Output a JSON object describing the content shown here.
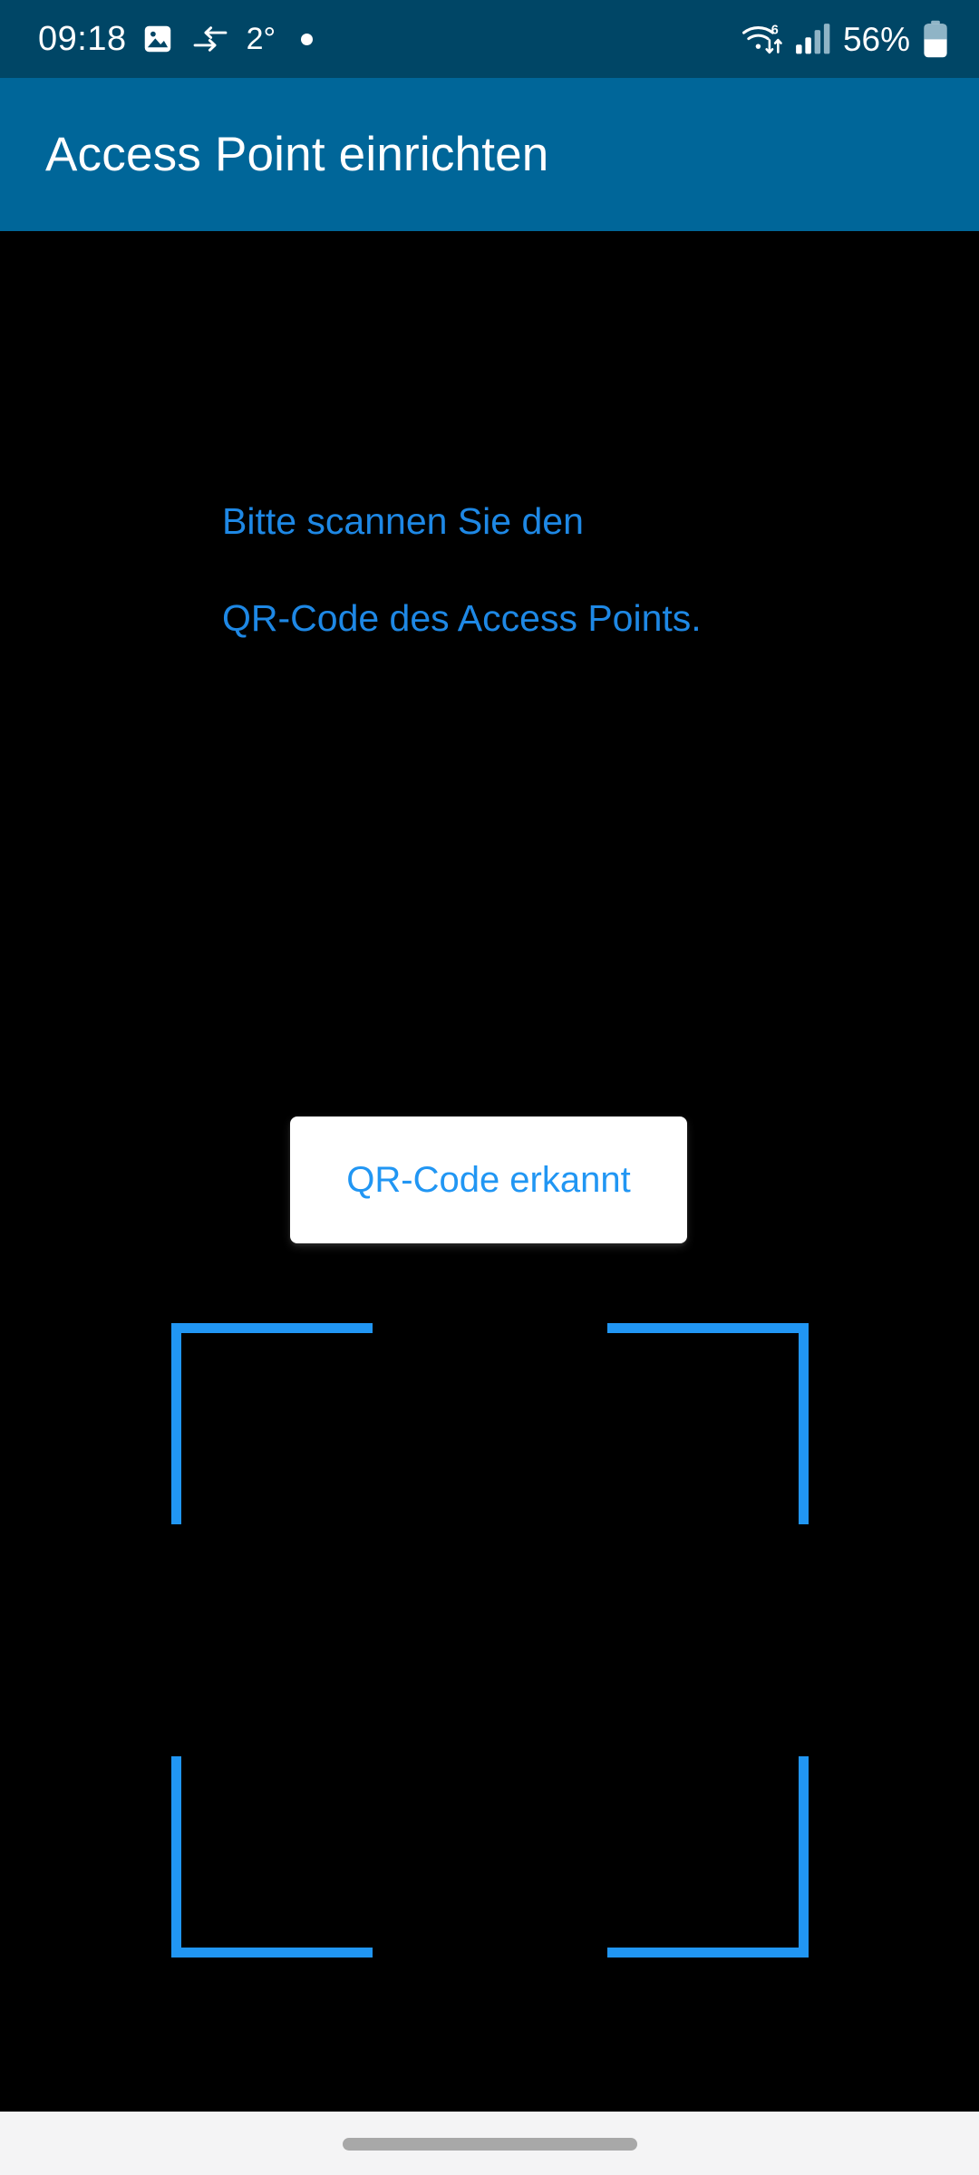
{
  "status_bar": {
    "clock": "09:18",
    "temperature": "2°",
    "battery_percent": "56%",
    "icons": {
      "photo": "photo-icon",
      "data_transfer": "data-transfer-icon",
      "notification_dot": "notification-dot-icon",
      "wifi": "wifi-6-icon",
      "signal": "cellular-signal-icon",
      "battery": "battery-icon"
    },
    "colors": {
      "background": "#004666",
      "foreground": "#ffffff"
    }
  },
  "app_bar": {
    "title": "Access Point einrichten",
    "colors": {
      "background": "#006699",
      "title": "#ffffff"
    }
  },
  "scanner": {
    "instruction_line_1": "Bitte scannen Sie den",
    "instruction_line_2": "QR-Code des Access Points.",
    "instruction_color": "#1e88e5",
    "background": "#000000",
    "result_card": {
      "label": "QR-Code erkannt",
      "text_color": "#2196f3",
      "background": "#ffffff"
    },
    "viewfinder": {
      "corner_color": "#2196f3",
      "corners": [
        "top-left",
        "top-right",
        "bottom-left",
        "bottom-right"
      ]
    }
  },
  "nav_bar": {
    "background": "#f4f4f5",
    "pill_color": "#a8a8a8",
    "handle": "gesture-handle"
  }
}
